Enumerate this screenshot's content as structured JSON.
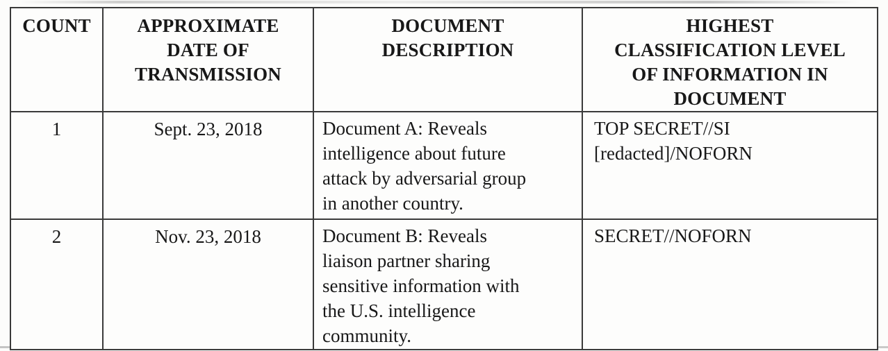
{
  "document": {
    "type": "scanned-table",
    "colors": {
      "background": "#fcfcfb",
      "table_background": "#fdfdfc",
      "border": "#3a3a3a",
      "text": "#181818"
    }
  },
  "table": {
    "columns": [
      {
        "key": "count",
        "label": "COUNT"
      },
      {
        "key": "date",
        "label": "APPROXIMATE\nDATE OF\nTRANSMISSION"
      },
      {
        "key": "description",
        "label": "DOCUMENT\nDESCRIPTION"
      },
      {
        "key": "classification",
        "label": "HIGHEST\nCLASSIFICATION LEVEL\nOF INFORMATION IN\nDOCUMENT"
      }
    ],
    "rows": [
      {
        "count": "1",
        "date": "Sept. 23, 2018",
        "description": "Document A: Reveals\nintelligence about future\nattack by adversarial group\nin another country.",
        "classification": "TOP SECRET//SI\n[redacted]/NOFORN"
      },
      {
        "count": "2",
        "date": "Nov. 23, 2018",
        "description": "Document B: Reveals\nliaison partner sharing\nsensitive information with\nthe U.S. intelligence\ncommunity.",
        "classification": "SECRET//NOFORN"
      }
    ]
  }
}
